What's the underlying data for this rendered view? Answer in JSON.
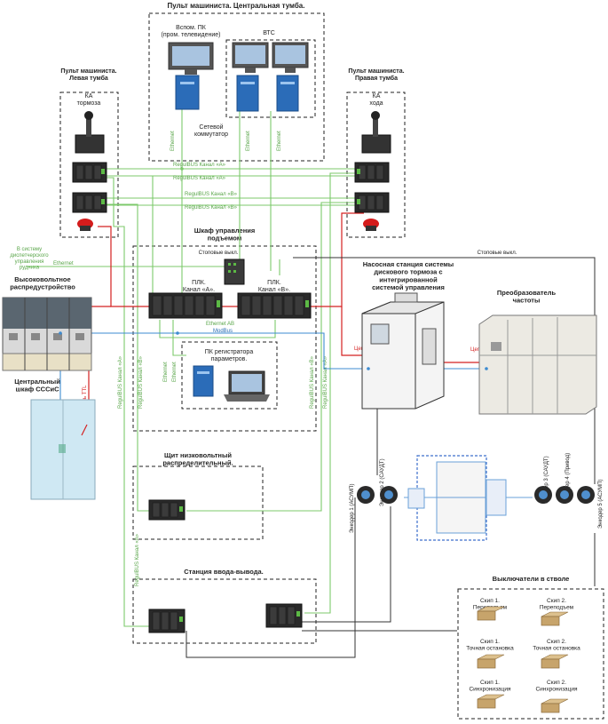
{
  "labels": {
    "console_center": "Пульт машиниста. Центральная тумба.",
    "aux_pc": "Вспом. ПК\n(пром. телевидение)",
    "vts": "ВТС",
    "switch": "Сетевой\nкоммутатор",
    "console_left": "Пульт машиниста.\nЛевая тумба",
    "ka_brake": "КА\nтормоза",
    "console_right": "Пульт машиниста.\nПравая тумба",
    "ka_drive": "КА\nхода",
    "dispatch": "В систему\nдиспетчерского\nуправления\nрудника",
    "cabinet": "Шкаф управления\nподъемом",
    "post_switch": "Стоповые выкл.",
    "post_switch_right": "Стоповые выкл.",
    "plc_a": "ПЛК.\nКанал «А».",
    "plc_b": "ПЛК.\nКанал «В».",
    "hv": "Высоковольтное\nраспредустройство",
    "pc_reg": "ПК регистратора\nпараметров.",
    "central": "Центральный\nшкаф СССиС",
    "pump": "Насосная станция системы\nдискового тормоза с\nинтегрированной\nсистемой управления",
    "inverter": "Преобразователь\nчастоты",
    "lv_panel": "Щит низковольтный\nраспределительный.",
    "io_station": "Станция ввода-вывода.",
    "shaft_switches": "Выключатели в стволе",
    "skip1_lift": "Скип 1.\nПереподъем",
    "skip2_lift": "Скип 2.\nПереподъем",
    "skip1_stop": "Скип 1.\nТочная остановка",
    "skip2_stop": "Скип 2.\nТочная остановка",
    "skip1_sync": "Скип 1.\nСинхронизация",
    "skip2_sync": "Скип 2.\nСинхронизация",
    "enc1": "Энкодер 1 (АСУМП)",
    "enc2": "Энкодер 2 (САУДТ)",
    "enc3": "Энкодер 3 (САУДТ)",
    "enc4": "Энкодер 4 (Привод)",
    "enc5": "Энкодер 5 (АСУМП)"
  },
  "wires": {
    "ethernet": "Ethernet",
    "ethernet_ab": "Ethernet AB",
    "modbus": "ModBus",
    "regubus_a": "RegulBUS Канал «А»",
    "regubus_b": "RegulBUS Канал «В»",
    "ttl": "Цепь TTL"
  },
  "colors": {
    "ethernet": "#7cc96b",
    "modbus": "#3d8bd0",
    "ttl": "#d42020",
    "encoder": "#333333"
  }
}
